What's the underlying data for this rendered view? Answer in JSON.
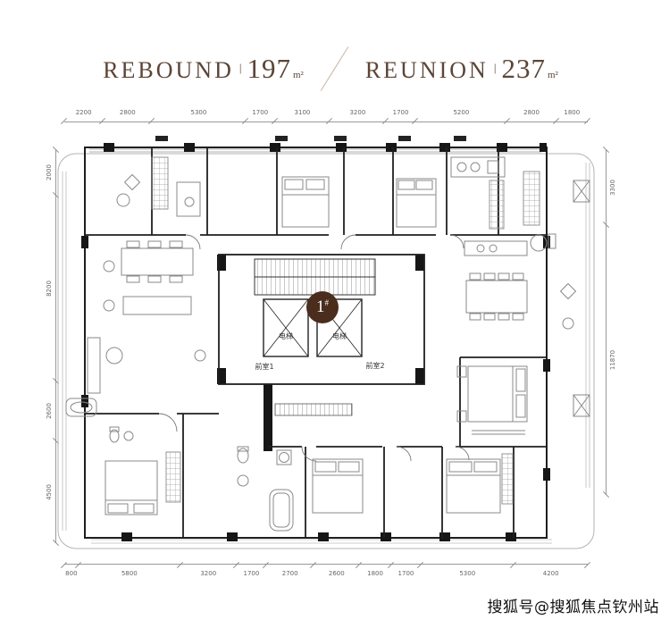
{
  "header": {
    "left": {
      "name": "REBOUND",
      "sep": "|",
      "area": "197",
      "unit": "m²"
    },
    "right": {
      "name": "REUNION",
      "sep": "|",
      "area": "237",
      "unit": "m²"
    }
  },
  "plan": {
    "badge": {
      "number": "1",
      "hash": "#"
    },
    "labels": {
      "elevator_left": "电梯",
      "elevator_right": "电梯",
      "front_room_1": "前室1",
      "front_room_2": "前室2"
    },
    "dimensions": {
      "top": [
        "2200",
        "2800",
        "5300",
        "1700",
        "3100",
        "3200",
        "1700",
        "5200",
        "2800",
        "1800"
      ],
      "bottom": [
        "800",
        "5800",
        "3200",
        "1700",
        "2700",
        "2600",
        "1800",
        "1700",
        "5300",
        "4200"
      ],
      "left": [
        "2000",
        "8200",
        "2600",
        "4500"
      ],
      "right": [
        "3300",
        "11870"
      ]
    }
  },
  "watermark": "搜狐号@搜狐焦点钦州站",
  "colors": {
    "title_brown": "#5c4536",
    "badge_brown": "#4a2d1d",
    "wall": "#1f1f1f",
    "furniture": "#8a8a8a",
    "dimension": "#666666"
  }
}
